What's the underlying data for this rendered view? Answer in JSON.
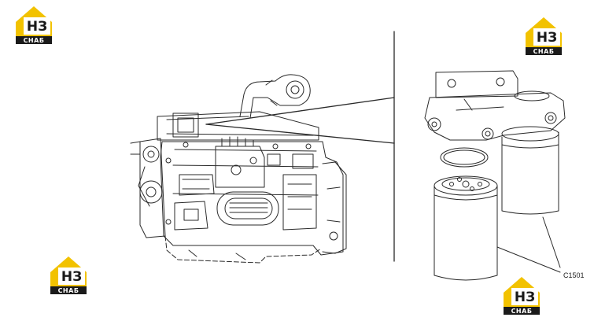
{
  "logo": {
    "top_text": "НЗ",
    "bottom_text": "СНАБ",
    "accent_color": "#f2c200",
    "dark_color": "#1a1a1a"
  },
  "callout_label": "C1501",
  "line_color": "#2a2a2a"
}
